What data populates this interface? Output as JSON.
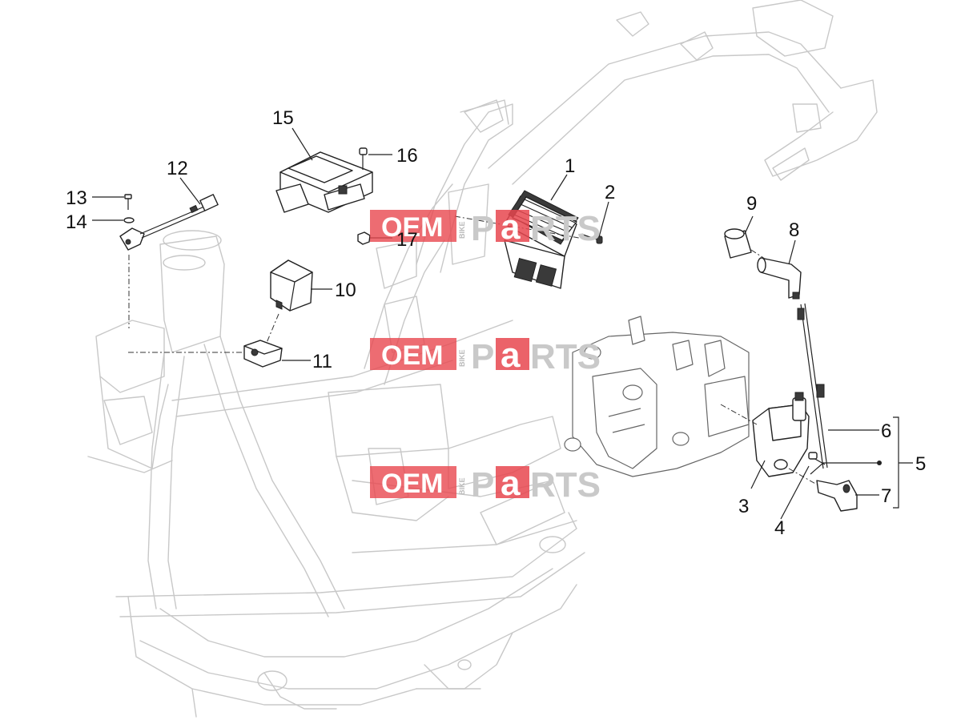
{
  "diagram": {
    "callouts": [
      {
        "id": "1",
        "text": "1"
      },
      {
        "id": "2",
        "text": "2"
      },
      {
        "id": "3",
        "text": "3"
      },
      {
        "id": "4",
        "text": "4"
      },
      {
        "id": "5",
        "text": "5"
      },
      {
        "id": "6",
        "text": "6"
      },
      {
        "id": "7",
        "text": "7"
      },
      {
        "id": "8",
        "text": "8"
      },
      {
        "id": "9",
        "text": "9"
      },
      {
        "id": "10",
        "text": "10"
      },
      {
        "id": "11",
        "text": "11"
      },
      {
        "id": "12",
        "text": "12"
      },
      {
        "id": "13",
        "text": "13"
      },
      {
        "id": "14",
        "text": "14"
      },
      {
        "id": "15",
        "text": "15"
      },
      {
        "id": "16",
        "text": "16"
      },
      {
        "id": "17",
        "text": "17"
      }
    ]
  },
  "watermark": {
    "oem": "OEM",
    "bike": "BIKE",
    "p": "P",
    "a": "a",
    "rts": "RTS",
    "brand_red": "#e8474f",
    "brand_grey": "#c9c9c9"
  }
}
